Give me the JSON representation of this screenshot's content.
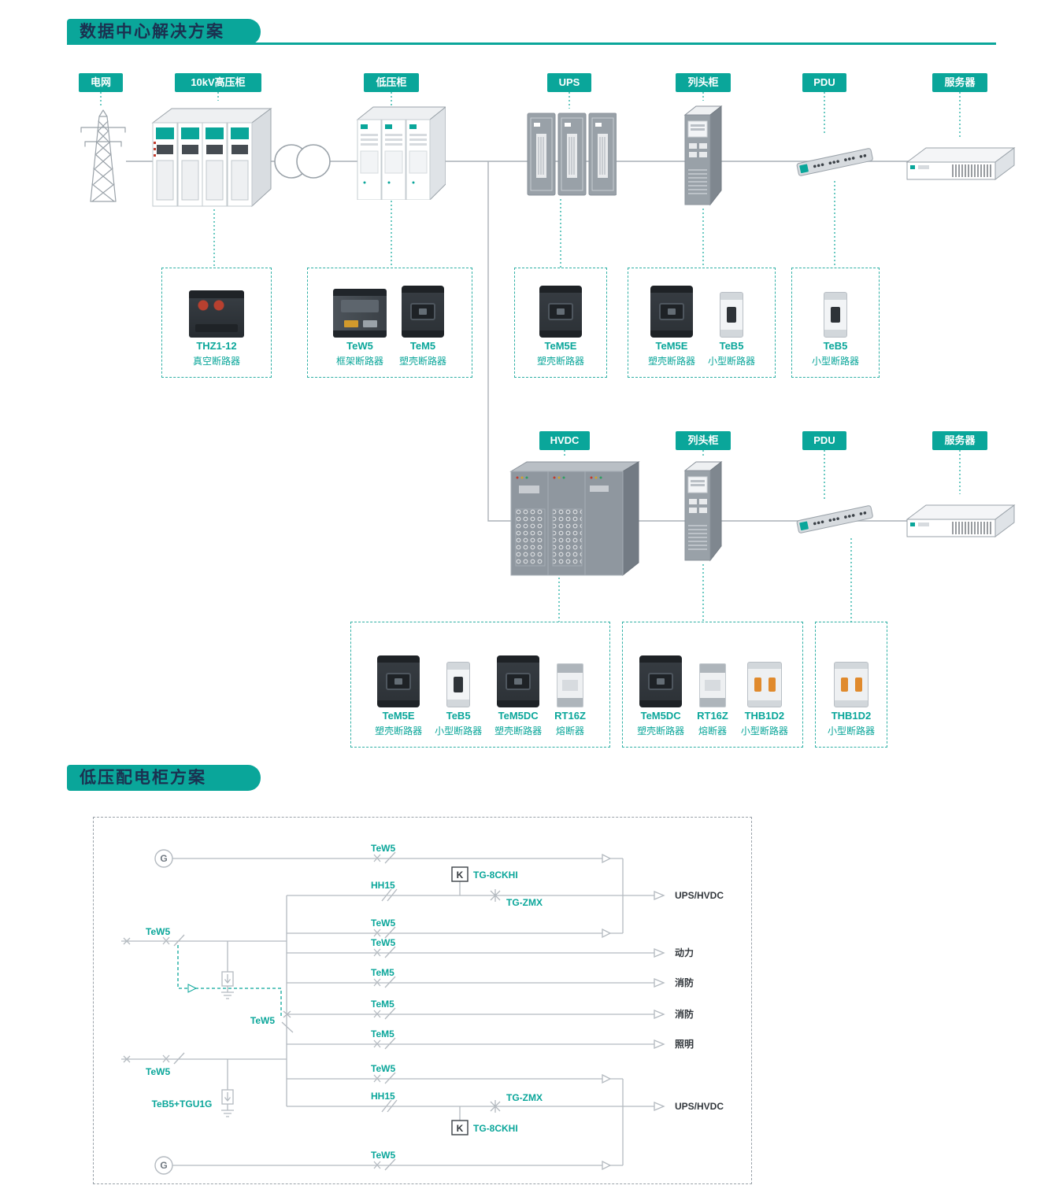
{
  "accent": "#0aa69a",
  "section1": {
    "title": "数据中心解决方案",
    "badges_row1": [
      {
        "label": "电网"
      },
      {
        "label": "10kV高压柜"
      },
      {
        "label": "低压柜"
      },
      {
        "label": "UPS"
      },
      {
        "label": "列头柜"
      },
      {
        "label": "PDU"
      },
      {
        "label": "服务器"
      }
    ],
    "badges_row2": [
      {
        "label": "HVDC"
      },
      {
        "label": "列头柜"
      },
      {
        "label": "PDU"
      },
      {
        "label": "服务器"
      }
    ],
    "boxes_row1": [
      {
        "products": [
          {
            "name": "THZ1-12",
            "desc": "真空断路器"
          }
        ]
      },
      {
        "products": [
          {
            "name": "TeW5",
            "desc": "框架断路器"
          },
          {
            "name": "TeM5",
            "desc": "塑壳断路器"
          }
        ]
      },
      {
        "products": [
          {
            "name": "TeM5E",
            "desc": "塑壳断路器"
          }
        ]
      },
      {
        "products": [
          {
            "name": "TeM5E",
            "desc": "塑壳断路器"
          },
          {
            "name": "TeB5",
            "desc": "小型断路器"
          }
        ]
      },
      {
        "products": [
          {
            "name": "TeB5",
            "desc": "小型断路器"
          }
        ]
      }
    ],
    "boxes_row2": [
      {
        "products": [
          {
            "name": "TeM5E",
            "desc": "塑壳断路器"
          },
          {
            "name": "TeB5",
            "desc": "小型断路器"
          },
          {
            "name": "TeM5DC",
            "desc": "塑壳断路器"
          },
          {
            "name": "RT16Z",
            "desc": "熔断器"
          }
        ]
      },
      {
        "products": [
          {
            "name": "TeM5DC",
            "desc": "塑壳断路器"
          },
          {
            "name": "RT16Z",
            "desc": "熔断器"
          },
          {
            "name": "THB1D2",
            "desc": "小型断路器"
          }
        ]
      },
      {
        "products": [
          {
            "name": "THB1D2",
            "desc": "小型断路器"
          }
        ]
      }
    ]
  },
  "section2": {
    "title": "低压配电柜方案",
    "labels": {
      "g": "G",
      "k": "K",
      "tew5": "TeW5",
      "tem5": "TeM5",
      "hh15": "HH15",
      "tg8ckhi": "TG-8CKHI",
      "tgzmx": "TG-ZMX",
      "arrester_combo": "TeB5+TGU1G",
      "out_ups": "UPS/HVDC",
      "out_power": "动力",
      "out_fire": "消防",
      "out_light": "照明"
    }
  }
}
